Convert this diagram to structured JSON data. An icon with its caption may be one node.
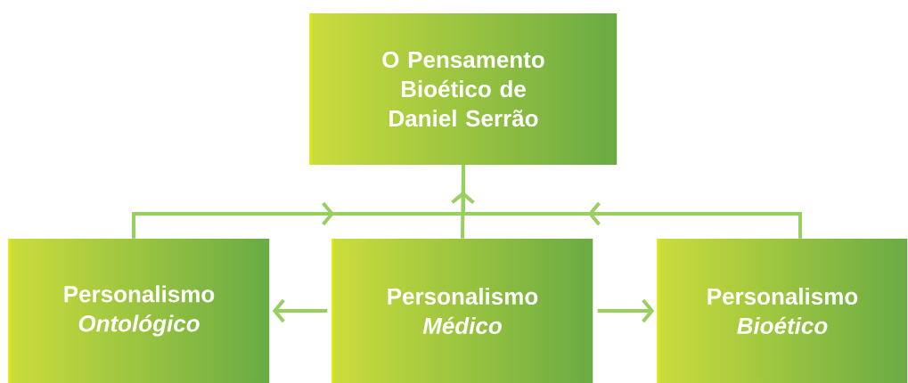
{
  "diagram": {
    "nodes": [
      {
        "text": [
          "O Pensamento Bioético de Daniel Serrão"
        ]
      },
      {
        "text": [
          "Personalismo *Ontológico*"
        ]
      },
      {
        "text": [
          "Personalismo *Médico*"
        ]
      },
      {
        "text": [
          "Personalismo *Bioético*"
        ]
      }
    ],
    "edges": [
      {
        "from": 1,
        "to": 0,
        "arrow": "to"
      },
      {
        "from": 2,
        "to": 0,
        "arrow": "to"
      },
      {
        "from": 3,
        "to": 0,
        "arrow": "to"
      },
      {
        "from": 2,
        "to": 1,
        "arrow": "to"
      },
      {
        "from": 2,
        "to": 3,
        "arrow": "to"
      }
    ]
  }
}
